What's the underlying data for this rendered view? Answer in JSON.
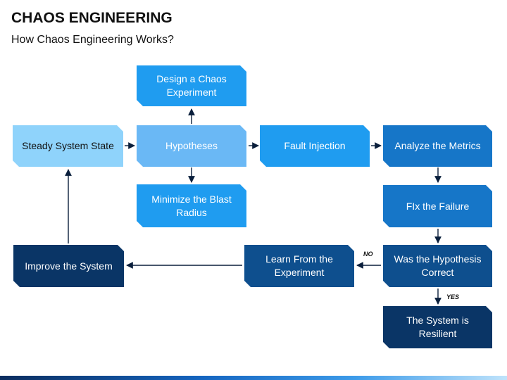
{
  "header": {
    "title": "CHAOS ENGINEERING",
    "subtitle": "How Chaos Engineering Works?"
  },
  "nodes": {
    "design": "Design a Chaos Experiment",
    "steady": "Steady System State",
    "hypotheses": "Hypotheses",
    "fault": "Fault Injection",
    "analyze": "Analyze the Metrics",
    "minimize": "Minimize the Blast Radius",
    "fix": "FIx the Failure",
    "was": "Was the Hypothesis Correct",
    "learn": "Learn From the Experiment",
    "improve": "Improve the System",
    "resilient": "The System is Resilient"
  },
  "edge_labels": {
    "no": "NO",
    "yes": "YES"
  },
  "colors": {
    "sky": "#8fd3fb",
    "light_blue": "#6ab8f5",
    "azure": "#1f9cf0",
    "medium_blue": "#1676c8",
    "dark_blue": "#0e4f8e",
    "navy": "#0a3566",
    "arrow": "#0a1f3c"
  }
}
